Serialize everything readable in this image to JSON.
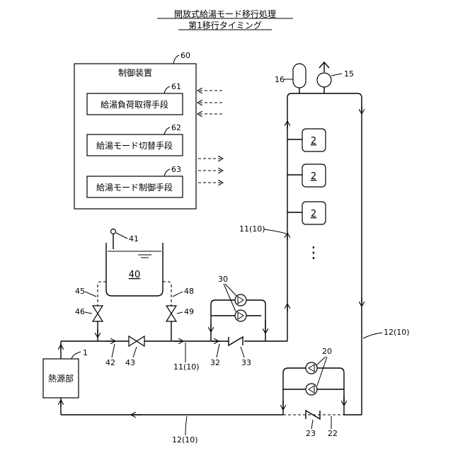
{
  "title_line1": "開放式給湯モード移行処理",
  "title_line2": "第1移行タイミング",
  "controller": {
    "label": "制御装置",
    "ref": "60",
    "units": [
      {
        "label": "給湯負荷取得手段",
        "ref": "61"
      },
      {
        "label": "給湯モード切替手段",
        "ref": "62"
      },
      {
        "label": "給湯モード制御手段",
        "ref": "63"
      }
    ]
  },
  "heat_source": {
    "label": "熱源部",
    "ref": "1"
  },
  "tank": {
    "ref": "40",
    "sensor_ref": "41"
  },
  "loads": [
    {
      "label": "2"
    },
    {
      "label": "2"
    },
    {
      "label": "2"
    }
  ],
  "ellipsis": "⋮",
  "labels": {
    "l16": "16",
    "l15": "15",
    "l11_vertical": "11(10)",
    "l12_right": "12(10)",
    "l11_bottom": "11(10)",
    "l12_bottom": "12(10)",
    "l42": "42",
    "l43": "43",
    "l45": "45",
    "l46": "46",
    "l48": "48",
    "l49": "49",
    "l30": "30",
    "l32": "32",
    "l33": "33",
    "l20": "20",
    "l23": "23",
    "l22": "22"
  },
  "icons": [
    "tank-icon",
    "pump-icon",
    "valve-icon",
    "check-valve-icon",
    "expansion-tank-icon",
    "sensor-icon"
  ]
}
